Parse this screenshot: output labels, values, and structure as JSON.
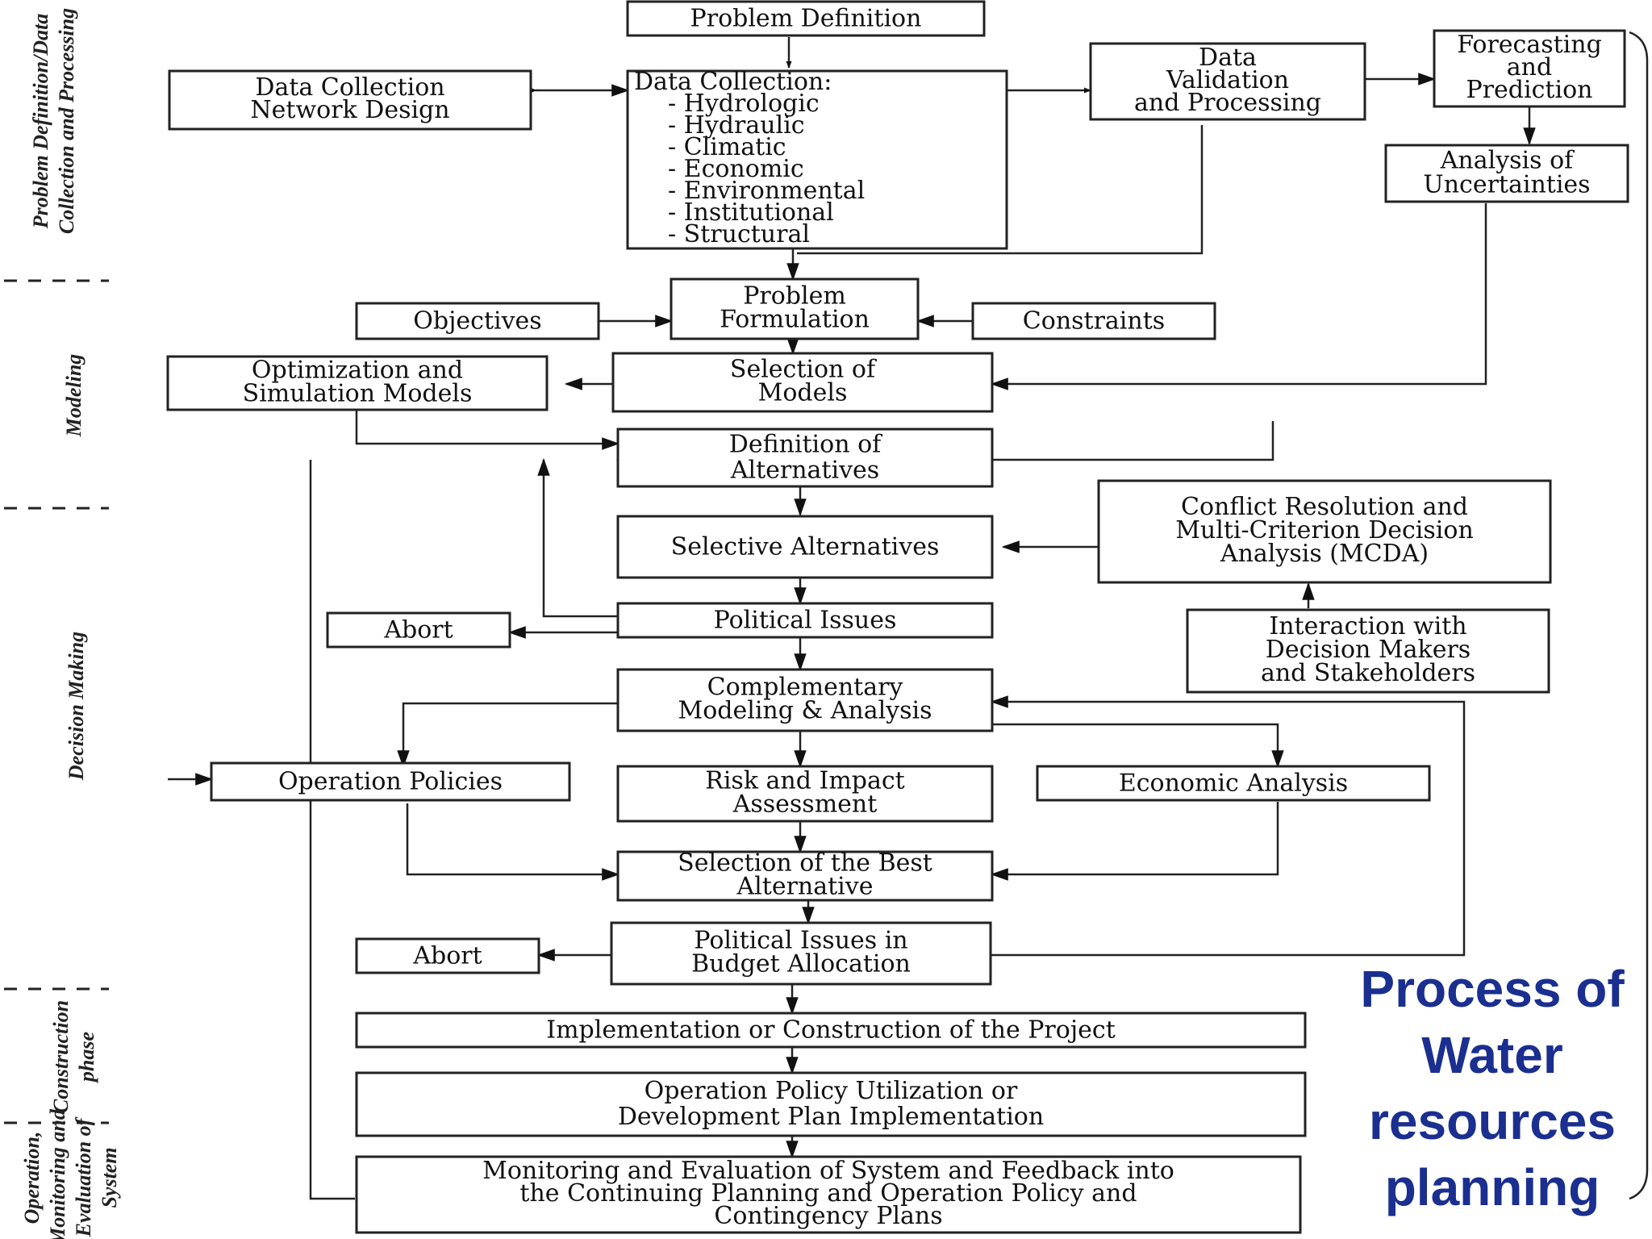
{
  "phases": [
    [
      "Problem Definition/Data",
      "Collection and Processing"
    ],
    [
      "Modeling"
    ],
    [
      "Decision Making"
    ],
    [
      "Construction",
      "phase"
    ],
    [
      "Operation,",
      "Monitoring and",
      "Evaluation of",
      "System"
    ]
  ],
  "nodes": {
    "problem_definition": [
      "Problem Definition"
    ],
    "data_collection_network": [
      "Data Collection",
      "Network Design"
    ],
    "data_collection": [
      "Data Collection:",
      "- Hydrologic",
      "- Hydraulic",
      "- Climatic",
      "- Economic",
      "- Environmental",
      "- Institutional",
      "- Structural"
    ],
    "data_validation": [
      "Data",
      "Validation",
      "and Processing"
    ],
    "forecasting": [
      "Forecasting",
      "and",
      "Prediction"
    ],
    "uncertainties": [
      "Analysis of",
      "Uncertainties"
    ],
    "objectives": [
      "Objectives"
    ],
    "problem_formulation": [
      "Problem",
      "Formulation"
    ],
    "constraints": [
      "Constraints"
    ],
    "optimization_models": [
      "Optimization and",
      "Simulation Models"
    ],
    "selection_models": [
      "Selection of",
      "Models"
    ],
    "definition_alternatives": [
      "Definition of",
      "Alternatives"
    ],
    "conflict_resolution": [
      "Conflict Resolution and",
      "Multi-Criterion Decision",
      "Analysis (MCDA)"
    ],
    "selective_alternatives": [
      "Selective Alternatives"
    ],
    "abort_1": [
      "Abort"
    ],
    "political_issues": [
      "Political Issues"
    ],
    "interaction": [
      "Interaction with",
      "Decision Makers",
      "and Stakeholders"
    ],
    "complementary_modeling": [
      "Complementary",
      "Modeling & Analysis"
    ],
    "operation_policies": [
      "Operation Policies"
    ],
    "risk_impact": [
      "Risk and Impact",
      "Assessment"
    ],
    "economic_analysis": [
      "Economic Analysis"
    ],
    "best_alternative": [
      "Selection of the Best",
      "Alternative"
    ],
    "abort_2": [
      "Abort"
    ],
    "budget_allocation": [
      "Political Issues in",
      "Budget Allocation"
    ],
    "implementation": [
      "Implementation or Construction of the Project"
    ],
    "operation_utilization": [
      "Operation Policy Utilization or",
      "Development Plan Implementation"
    ],
    "monitoring": [
      "Monitoring and Evaluation of System and Feedback into",
      "the Continuing Planning and Operation Policy and",
      "Contingency Plans"
    ]
  },
  "caption": [
    "Process of",
    "Water",
    "resources",
    "planning"
  ]
}
